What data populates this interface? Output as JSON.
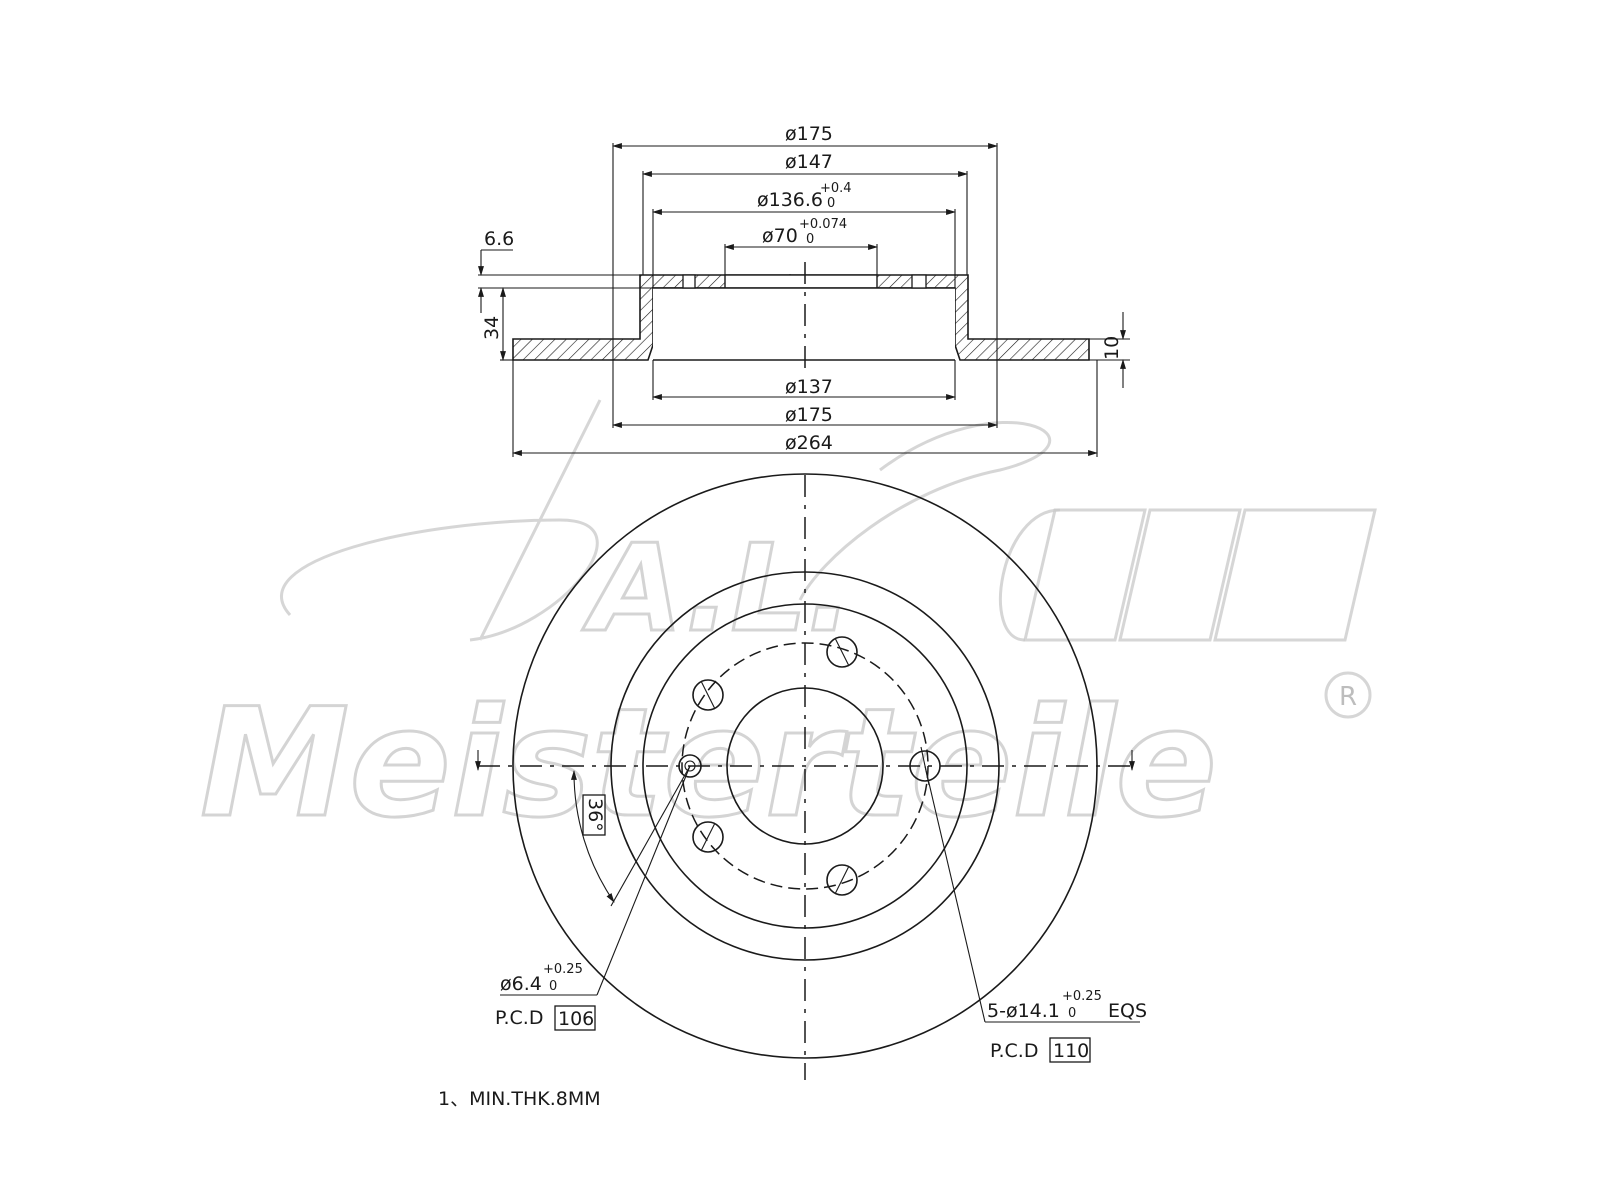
{
  "dimensions": {
    "d175_top": "ø175",
    "d147": "ø147",
    "d136_6": "ø136.6",
    "d136_6_tol_upper": "+0.4",
    "d136_6_tol_lower": "0",
    "d70": "ø70",
    "d70_tol_upper": "+0.074",
    "d70_tol_lower": "0",
    "flange_thk": "6.6",
    "height": "34",
    "disc_thk": "10",
    "d137": "ø137",
    "d175_bottom": "ø175",
    "d264": "ø264"
  },
  "front_view": {
    "angle": "36°",
    "small_hole": "ø6.4",
    "small_hole_tol_upper": "+0.25",
    "small_hole_tol_lower": "0",
    "small_pcd_label": "P.C.D",
    "small_pcd_value": "106",
    "bolt_holes": "5-ø14.1",
    "bolt_holes_tol_upper": "+0.25",
    "bolt_holes_tol_lower": "0",
    "bolt_holes_suffix": "EQS",
    "bolt_pcd_label": "P.C.D",
    "bolt_pcd_value": "110"
  },
  "notes": {
    "min_thickness": "1、MIN.THK.8MM"
  },
  "watermark": {
    "brand_top": "A.L.",
    "brand_bottom": "Meisterteile",
    "registered": "R"
  }
}
